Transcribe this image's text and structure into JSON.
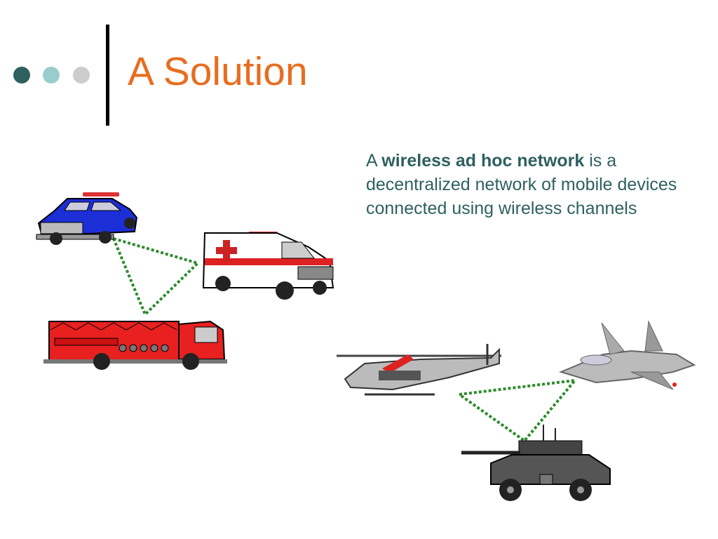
{
  "slide": {
    "title": "A Solution",
    "body": {
      "prefix": "A ",
      "term": "wireless ad hoc network",
      "rest": " is a decentralized network of mobile devices connected using wireless channels"
    }
  },
  "colors": {
    "title": "#e86d1f",
    "body_text": "#2f6060",
    "dot_dark": "#2f6060",
    "dot_mid": "#99cccc",
    "dot_light": "#cccccc",
    "link_line": "#2e8b2e"
  },
  "illustrations": [
    "police-car",
    "ambulance",
    "fire-truck",
    "helicopter",
    "fighter-jet",
    "armored-vehicle"
  ]
}
